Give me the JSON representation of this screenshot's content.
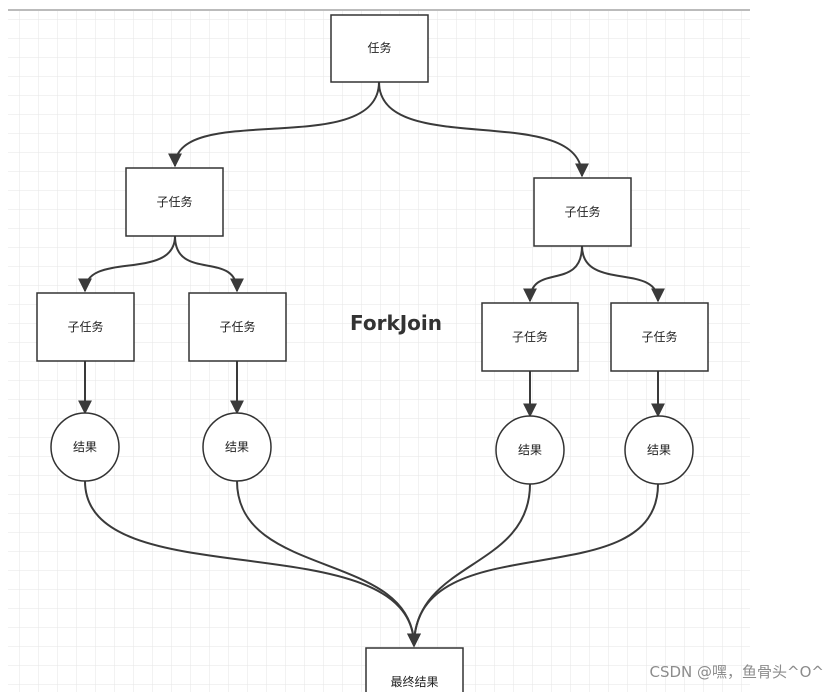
{
  "diagram": {
    "title": "ForkJoin",
    "task": "任务",
    "subtask_left": "子任务",
    "subtask_right": "子任务",
    "leaf_tasks": [
      "子任务",
      "子任务",
      "子任务",
      "子任务"
    ],
    "results": [
      "结果",
      "结果",
      "结果",
      "结果"
    ],
    "final_result": "最终结果"
  },
  "watermark": "CSDN @嘿，鱼骨头^O^",
  "colors": {
    "grid": "#e6e6e6",
    "line": "#3a3a3a",
    "box_border": "#333333",
    "watermark": "#8c8c8c"
  }
}
